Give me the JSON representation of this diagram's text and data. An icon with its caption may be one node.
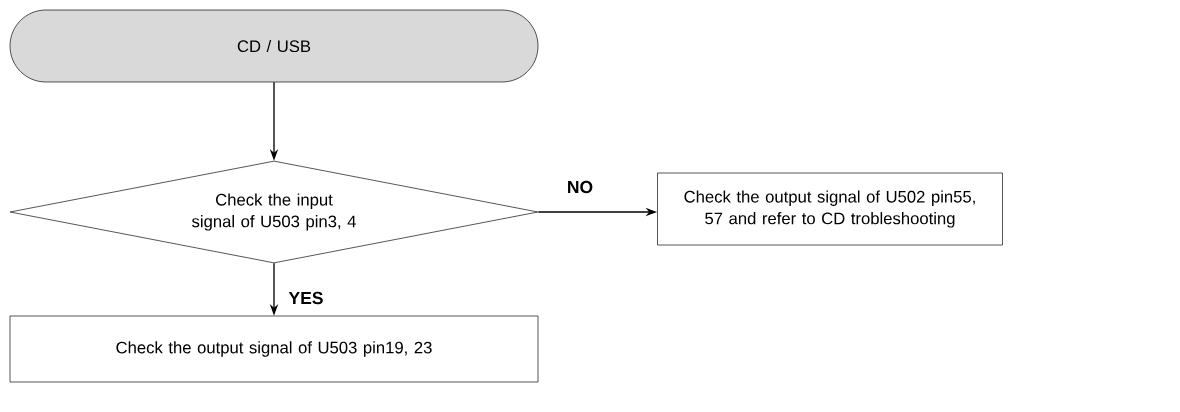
{
  "diagram": {
    "nodes": [
      {
        "text": [
          "CD / USB"
        ]
      },
      {
        "text": [
          "Check the input signal of U503 pin3, 4"
        ]
      },
      {
        "text": [
          "Check the output signal of U502 pin55, 57 and refer to CD trobleshooting"
        ]
      },
      {
        "text": [
          "Check the output signal of U503 pin19, 23"
        ]
      }
    ],
    "edges": [
      {
        "from": 0,
        "to": 1,
        "arrow": "to"
      },
      {
        "from": 1,
        "to": 2,
        "arrow": "to",
        "label": "NO"
      },
      {
        "from": 1,
        "to": 3,
        "arrow": "to",
        "label": "YES"
      }
    ]
  }
}
